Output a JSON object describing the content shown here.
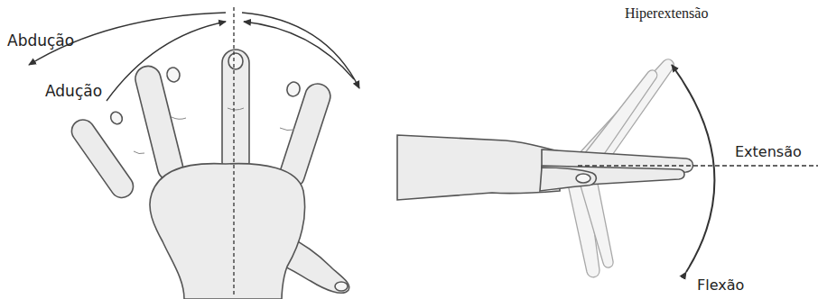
{
  "diagram": {
    "labels": [
      "Abdução",
      "Adução",
      "Hiperextensão",
      "Extensão",
      "Flexão"
    ]
  }
}
